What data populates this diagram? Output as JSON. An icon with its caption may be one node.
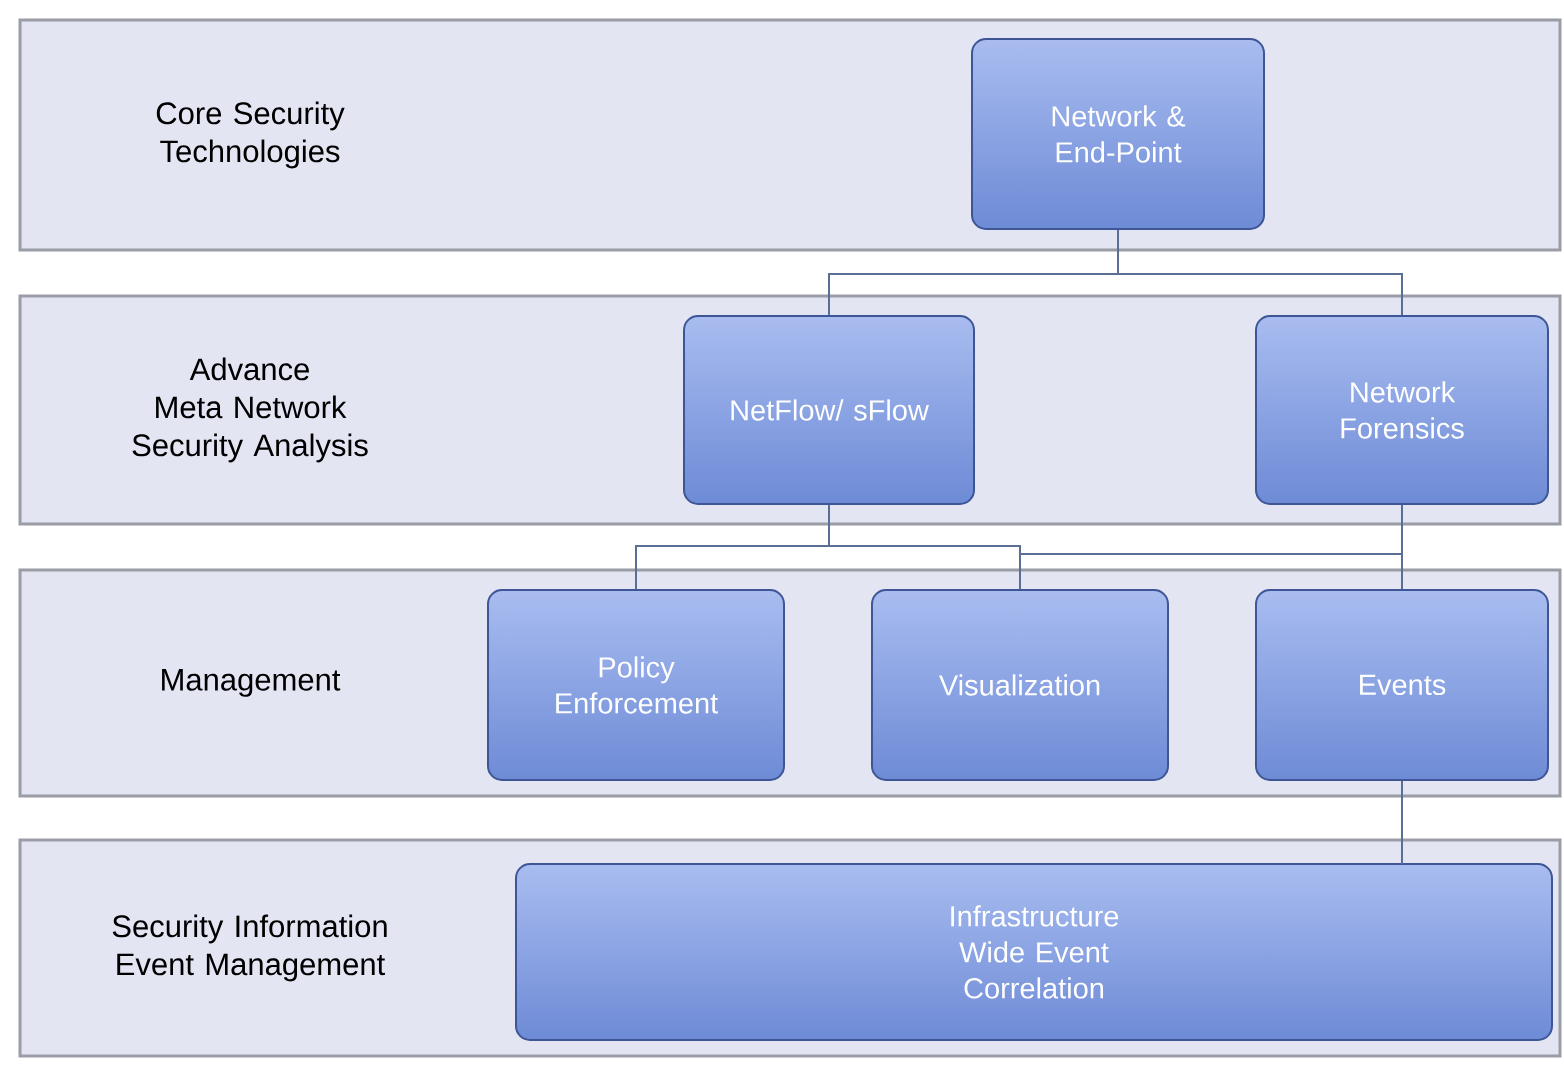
{
  "diagram": {
    "nodes": [
      {
        "text": [
          "Core Security Technologies"
        ]
      },
      {
        "text": [
          "Network & End-Point"
        ],
        "in": 0
      },
      {
        "text": [
          "Advance Meta Network Security Analysis"
        ]
      },
      {
        "text": [
          "NetFlow/ sFlow"
        ],
        "in": 2
      },
      {
        "text": [
          "Network Forensics"
        ],
        "in": 2
      },
      {
        "text": [
          "Management"
        ]
      },
      {
        "text": [
          "Policy Enforcement"
        ],
        "in": 5
      },
      {
        "text": [
          "Visualization"
        ],
        "in": 5
      },
      {
        "text": [
          "Events"
        ],
        "in": 5
      },
      {
        "text": [
          "Security Information Event Management"
        ]
      },
      {
        "text": [
          "Infrastructure Wide Event Correlation"
        ],
        "in": 9
      }
    ],
    "edges": [
      {
        "from": 1,
        "to": 3,
        "arrow": "none"
      },
      {
        "from": 1,
        "to": 4,
        "arrow": "none"
      },
      {
        "from": 3,
        "to": 6,
        "arrow": "none"
      },
      {
        "from": 3,
        "to": 7,
        "arrow": "none"
      },
      {
        "from": 4,
        "to": 7,
        "arrow": "none"
      },
      {
        "from": 4,
        "to": 8,
        "arrow": "none"
      },
      {
        "from": 8,
        "to": 10,
        "arrow": "none"
      }
    ]
  }
}
